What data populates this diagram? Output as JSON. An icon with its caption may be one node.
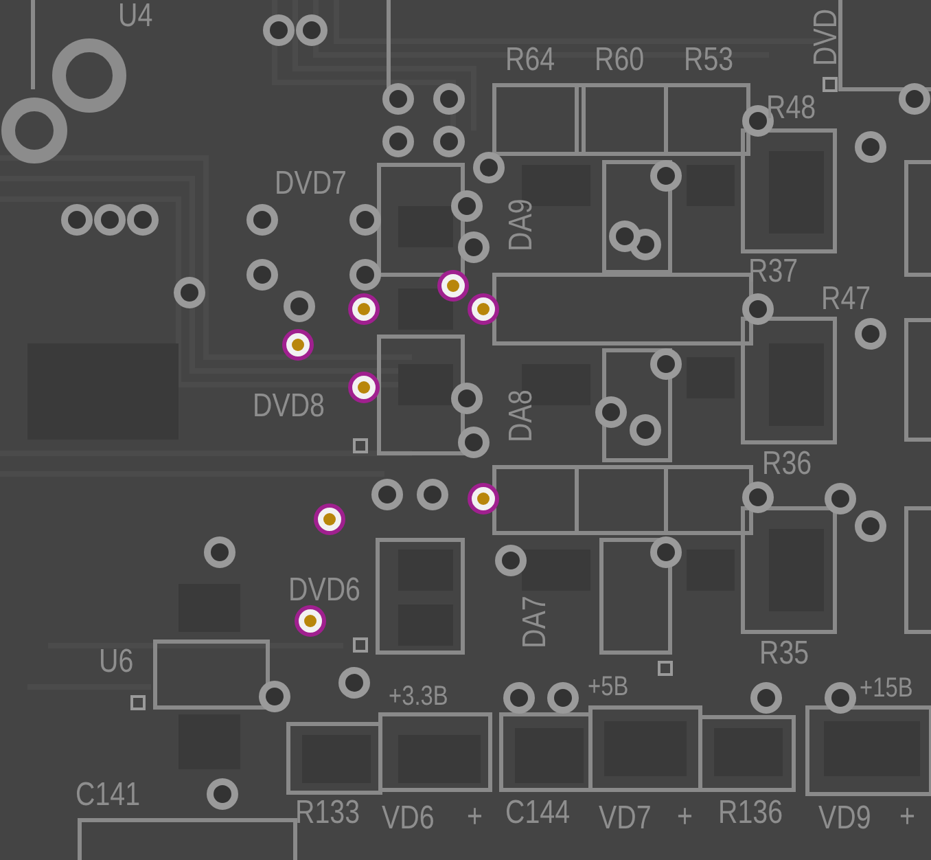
{
  "diagram": {
    "labels": [
      "U4",
      "DVD",
      "R64",
      "R60",
      "R53",
      "R48",
      "DVD7",
      "DA9",
      "R37",
      "R47",
      "DVD8",
      "DA8",
      "R36",
      "DVD6",
      "DA7",
      "U6",
      "R35",
      "+3.3В",
      "+5В",
      "+15В",
      "C141",
      "R133",
      "VD6",
      "+",
      "C144",
      "VD7",
      "+",
      "R136",
      "VD9",
      "+"
    ]
  }
}
